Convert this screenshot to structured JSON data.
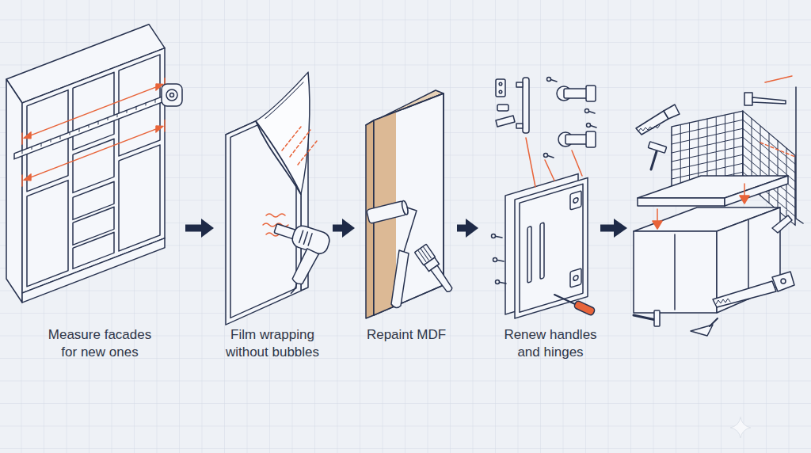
{
  "diagram": {
    "nodes": [
      {
        "text": [
          "Measure facades for new ones"
        ]
      },
      {
        "text": [
          "Film wrapping without bubbles"
        ]
      },
      {
        "text": [
          "Repaint MDF"
        ]
      },
      {
        "text": [
          "Renew handles and hinges"
        ]
      }
    ],
    "edges": [
      {
        "from": 0,
        "to": 1,
        "arrow": "to"
      },
      {
        "from": 1,
        "to": 2,
        "arrow": "to"
      },
      {
        "from": 2,
        "to": 3,
        "arrow": "to"
      }
    ]
  }
}
